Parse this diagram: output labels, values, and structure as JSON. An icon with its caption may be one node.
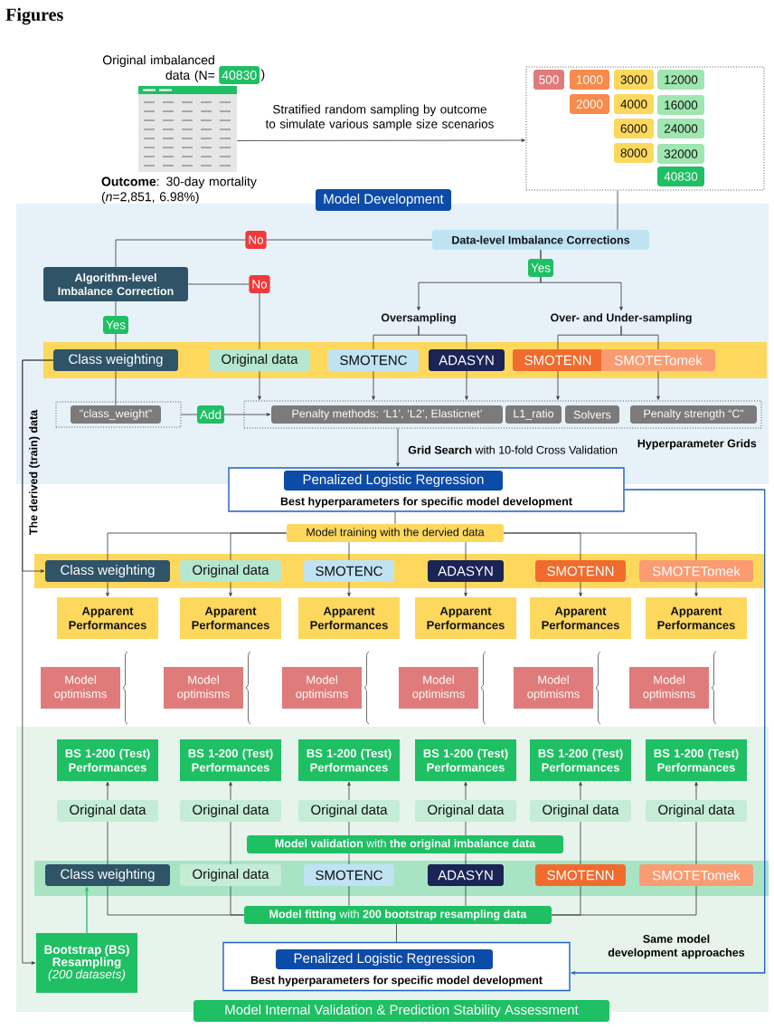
{
  "diagram": {
    "title": "Figures",
    "nodes": [
      {
        "text": [
          "Original imbalanced data (N=",
          "40830",
          ")",
          "**Outcome**: 30-day mortality (*n*=2,851, 6.98%)"
        ]
      },
      {
        "text": [],
        "shape": "box"
      },
      {
        "text": [
          "500"
        ],
        "in": 1
      },
      {
        "text": [
          "1000"
        ],
        "in": 1
      },
      {
        "text": [
          "3000"
        ],
        "in": 1
      },
      {
        "text": [
          "12000"
        ],
        "in": 1
      },
      {
        "text": [
          "2000"
        ],
        "in": 1
      },
      {
        "text": [
          "4000"
        ],
        "in": 1
      },
      {
        "text": [
          "16000"
        ],
        "in": 1
      },
      {
        "text": [
          "6000"
        ],
        "in": 1
      },
      {
        "text": [
          "24000"
        ],
        "in": 1
      },
      {
        "text": [
          "8000"
        ],
        "in": 1
      },
      {
        "text": [
          "32000"
        ],
        "in": 1
      },
      {
        "text": [
          "40830"
        ],
        "in": 1
      },
      {
        "text": [
          "Model Development"
        ]
      },
      {
        "text": [
          "Data-level Imbalance Corrections"
        ],
        "in": 14
      },
      {
        "text": [
          "Algorithm-level Imbalance Correction"
        ],
        "in": 14
      },
      {
        "text": [
          "Oversampling"
        ],
        "in": 14
      },
      {
        "text": [
          "Over- and Under-sampling"
        ],
        "in": 14
      },
      {
        "text": [
          "Class weighting"
        ],
        "in": 14
      },
      {
        "text": [
          "Original data"
        ],
        "in": 14
      },
      {
        "text": [
          "SMOTENC"
        ],
        "in": 14
      },
      {
        "text": [
          "ADASYN"
        ],
        "in": 14
      },
      {
        "text": [
          "SMOTENN"
        ],
        "in": 14
      },
      {
        "text": [
          "SMOTETomek"
        ],
        "in": 14
      },
      {
        "text": [],
        "shape": "box",
        "in": 14
      },
      {
        "text": [
          "\"class_weight\""
        ],
        "in": 25
      },
      {
        "text": [
          "Hyperparameter Grids"
        ],
        "in": 14
      },
      {
        "text": [
          "Penalty methods: ‘L1’, ‘L2’, Elasticnet’"
        ],
        "in": 27
      },
      {
        "text": [
          "L1_ratio"
        ],
        "in": 27
      },
      {
        "text": [
          "Solvers"
        ],
        "in": 27
      },
      {
        "text": [
          "Penalty strength “C”"
        ],
        "in": 27
      },
      {
        "text": [
          "Best hyperparameters for specific model development"
        ]
      },
      {
        "text": [
          "Penalized Logistic Regression"
        ],
        "in": 32
      },
      {
        "text": [
          "Model training with the dervied data"
        ]
      },
      {
        "text": [
          "Class weighting"
        ]
      },
      {
        "text": [
          "Original data"
        ]
      },
      {
        "text": [
          "SMOTENC"
        ]
      },
      {
        "text": [
          "ADASYN"
        ]
      },
      {
        "text": [
          "SMOTENN"
        ]
      },
      {
        "text": [
          "SMOTETomek"
        ]
      },
      {
        "text": [
          "Apparent Performances"
        ]
      },
      {
        "text": [
          "Apparent Performances"
        ]
      },
      {
        "text": [
          "Apparent Performances"
        ]
      },
      {
        "text": [
          "Apparent Performances"
        ]
      },
      {
        "text": [
          "Apparent Performances"
        ]
      },
      {
        "text": [
          "Apparent Performances"
        ]
      },
      {
        "text": [
          "Model optimisms"
        ]
      },
      {
        "text": [
          "Model optimisms"
        ]
      },
      {
        "text": [
          "Model optimisms"
        ]
      },
      {
        "text": [
          "Model optimisms"
        ]
      },
      {
        "text": [
          "Model optimisms"
        ]
      },
      {
        "text": [
          "Model optimisms"
        ]
      },
      {
        "text": [
          "Model Internal Validation & Prediction Stability Assessment"
        ]
      },
      {
        "text": [
          "BS 1-200 (Test) Performances"
        ],
        "in": 53
      },
      {
        "text": [
          "BS 1-200 (Test) Performances"
        ],
        "in": 53
      },
      {
        "text": [
          "BS 1-200 (Test) Performances"
        ],
        "in": 53
      },
      {
        "text": [
          "BS 1-200 (Test) Performances"
        ],
        "in": 53
      },
      {
        "text": [
          "BS 1-200 (Test) Performances"
        ],
        "in": 53
      },
      {
        "text": [
          "BS 1-200 (Test) Performances"
        ],
        "in": 53
      },
      {
        "text": [
          "Original data"
        ],
        "in": 53
      },
      {
        "text": [
          "Original data"
        ],
        "in": 53
      },
      {
        "text": [
          "Original data"
        ],
        "in": 53
      },
      {
        "text": [
          "Original data"
        ],
        "in": 53
      },
      {
        "text": [
          "Original data"
        ],
        "in": 53
      },
      {
        "text": [
          "Original data"
        ],
        "in": 53
      },
      {
        "text": [
          "**Model validation** with **the original imbalance data**"
        ],
        "in": 53
      },
      {
        "text": [
          "Class weighting"
        ],
        "in": 53
      },
      {
        "text": [
          "Original data"
        ],
        "in": 53
      },
      {
        "text": [
          "SMOTENC"
        ],
        "in": 53
      },
      {
        "text": [
          "ADASYN"
        ],
        "in": 53
      },
      {
        "text": [
          "SMOTENN"
        ],
        "in": 53
      },
      {
        "text": [
          "SMOTETomek"
        ],
        "in": 53
      },
      {
        "text": [
          "**Model fitting** with **200 bootstrap resampling data**"
        ],
        "in": 53
      },
      {
        "text": [
          "Bootstrap (BS) Resampling",
          "(200 datasets)"
        ],
        "in": 53
      },
      {
        "text": [
          "Best hyperparameters for specific model development"
        ],
        "in": 53
      },
      {
        "text": [
          "Penalized Logistic Regression"
        ],
        "in": 75
      }
    ],
    "edges": [
      {
        "from": 0,
        "to": 1,
        "arrow": "to",
        "label": "Stratified random sampling by outcome to simulate various sample size scenarios"
      },
      {
        "from": 1,
        "to": 15,
        "arrow": "none"
      },
      {
        "from": 15,
        "to": 16,
        "arrow": "none",
        "label": "No"
      },
      {
        "from": 15,
        "to": 17,
        "arrow": "to",
        "label": "Yes"
      },
      {
        "from": 15,
        "to": 18,
        "arrow": "to"
      },
      {
        "from": 16,
        "to": 19,
        "arrow": "none",
        "label": "Yes"
      },
      {
        "from": 16,
        "to": 20,
        "arrow": "none",
        "label": "No"
      },
      {
        "from": 17,
        "to": 21,
        "arrow": "none"
      },
      {
        "from": 17,
        "to": 22,
        "arrow": "none"
      },
      {
        "from": 18,
        "to": 23,
        "arrow": "none"
      },
      {
        "from": 18,
        "to": 24,
        "arrow": "none"
      },
      {
        "from": 19,
        "to": 26,
        "arrow": "none"
      },
      {
        "from": 20,
        "to": 27,
        "arrow": "to"
      },
      {
        "from": 21,
        "to": 27,
        "arrow": "to"
      },
      {
        "from": 22,
        "to": 27,
        "arrow": "to"
      },
      {
        "from": 23,
        "to": 27,
        "arrow": "to"
      },
      {
        "from": 24,
        "to": 27,
        "arrow": "to"
      },
      {
        "from": 25,
        "to": 28,
        "arrow": "to",
        "label": "Add"
      },
      {
        "from": 27,
        "to": 32,
        "arrow": "to",
        "label": "**Grid Search** with 10-fold Cross Validation"
      },
      {
        "from": 32,
        "to": 34,
        "arrow": "none"
      },
      {
        "from": 34,
        "to": 35,
        "arrow": "none"
      },
      {
        "from": 34,
        "to": 36,
        "arrow": "none"
      },
      {
        "from": 34,
        "to": 37,
        "arrow": "none"
      },
      {
        "from": 34,
        "to": 38,
        "arrow": "none"
      },
      {
        "from": 34,
        "to": 39,
        "arrow": "none"
      },
      {
        "from": 34,
        "to": 40,
        "arrow": "none"
      },
      {
        "from": 35,
        "to": 41,
        "arrow": "to"
      },
      {
        "from": 36,
        "to": 42,
        "arrow": "to"
      },
      {
        "from": 37,
        "to": 43,
        "arrow": "to"
      },
      {
        "from": 38,
        "to": 44,
        "arrow": "to"
      },
      {
        "from": 39,
        "to": 45,
        "arrow": "to"
      },
      {
        "from": 40,
        "to": 46,
        "arrow": "to"
      },
      {
        "from": 19,
        "to": 35,
        "arrow": "to",
        "label": "The derived (train) data"
      },
      {
        "from": 19,
        "to": 74,
        "arrow": "to"
      },
      {
        "from": 67,
        "to": 60,
        "arrow": "none"
      },
      {
        "from": 68,
        "to": 61,
        "arrow": "none"
      },
      {
        "from": 69,
        "to": 66,
        "arrow": "none"
      },
      {
        "from": 70,
        "to": 66,
        "arrow": "none"
      },
      {
        "from": 71,
        "to": 64,
        "arrow": "none"
      },
      {
        "from": 72,
        "to": 65,
        "arrow": "none"
      },
      {
        "from": 60,
        "to": 54,
        "arrow": "to"
      },
      {
        "from": 61,
        "to": 55,
        "arrow": "to"
      },
      {
        "from": 62,
        "to": 56,
        "arrow": "to"
      },
      {
        "from": 63,
        "to": 57,
        "arrow": "to"
      },
      {
        "from": 64,
        "to": 58,
        "arrow": "to"
      },
      {
        "from": 65,
        "to": 59,
        "arrow": "to"
      },
      {
        "from": 73,
        "to": 67,
        "arrow": "none"
      },
      {
        "from": 73,
        "to": 68,
        "arrow": "none"
      },
      {
        "from": 73,
        "to": 69,
        "arrow": "none"
      },
      {
        "from": 73,
        "to": 70,
        "arrow": "none"
      },
      {
        "from": 73,
        "to": 71,
        "arrow": "none"
      },
      {
        "from": 73,
        "to": 72,
        "arrow": "none"
      },
      {
        "from": 75,
        "to": 73,
        "arrow": "none"
      },
      {
        "from": 74,
        "to": 67,
        "arrow": "to",
        "color": "#1fbf64"
      },
      {
        "from": 32,
        "to": 75,
        "arrow": "to",
        "color": "#1f5fbf",
        "label": "Same model development approaches"
      },
      {
        "from": 66,
        "to": 62,
        "arrow": "none"
      },
      {
        "from": 66,
        "to": 63,
        "arrow": "none"
      }
    ]
  }
}
